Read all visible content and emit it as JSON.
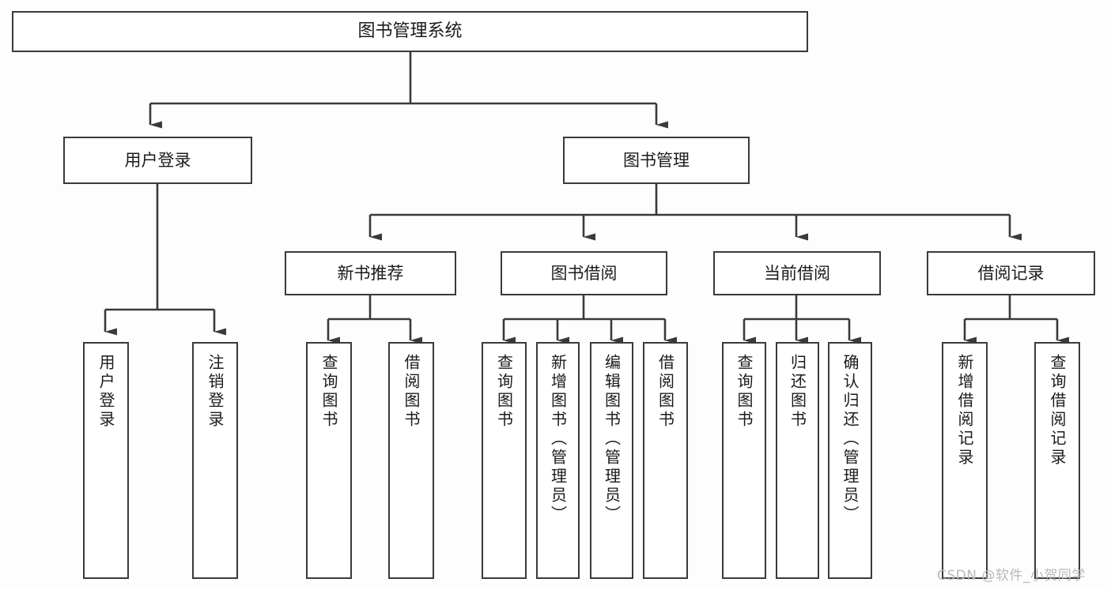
{
  "diagram": {
    "type": "tree",
    "title": "图书管理系统",
    "background_color": "#fdfdfd",
    "line_color": "#3a3a3a",
    "box_fill": "#ffffff",
    "text_color": "#1b1b1b"
  },
  "root": {
    "label": "图书管理系统"
  },
  "level1": [
    {
      "label": "用户登录"
    },
    {
      "label": "图书管理"
    }
  ],
  "level2": [
    {
      "label": "新书推荐"
    },
    {
      "label": "图书借阅"
    },
    {
      "label": "当前借阅"
    },
    {
      "label": "借阅记录"
    }
  ],
  "leaves": {
    "user_login": [
      {
        "label": "用户登录"
      },
      {
        "label": "注销登录"
      }
    ],
    "new_book_recommend": [
      {
        "label": "查询图书"
      },
      {
        "label": "借阅图书"
      }
    ],
    "book_borrow": [
      {
        "label": "查询图书"
      },
      {
        "label": "新增图书（管理员）"
      },
      {
        "label": "编辑图书（管理员）"
      },
      {
        "label": "借阅图书"
      }
    ],
    "current_borrow": [
      {
        "label": "查询图书"
      },
      {
        "label": "归还图书"
      },
      {
        "label": "确认归还（管理员）"
      }
    ],
    "borrow_record": [
      {
        "label": "新增借阅记录"
      },
      {
        "label": "查询借阅记录"
      }
    ]
  },
  "watermark": {
    "text": "CSDN @软件_小贺同学"
  }
}
